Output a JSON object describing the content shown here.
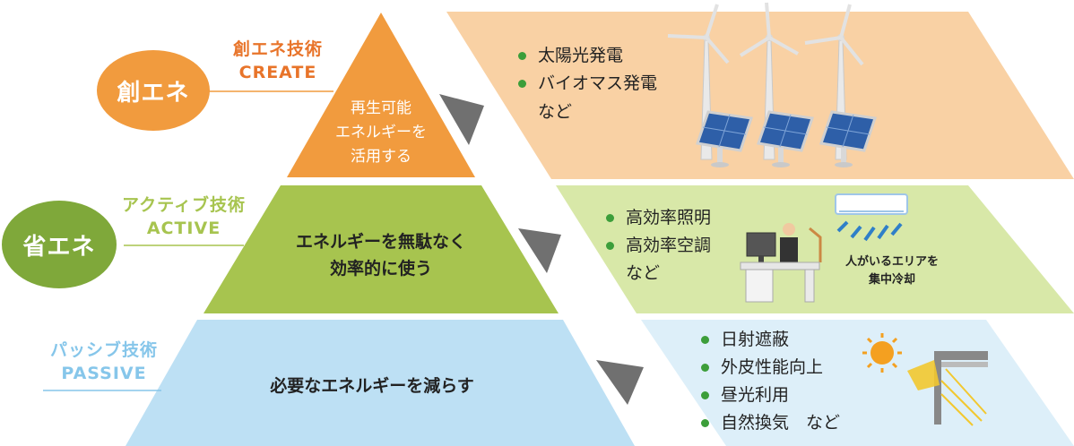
{
  "colors": {
    "create": "#F19B3E",
    "create_panel": "#F9D1A4",
    "active": "#A7C44F",
    "active_dark": "#7FA83A",
    "active_panel": "#D8E8A8",
    "passive": "#BDE0F4",
    "passive_panel": "#DDEFF9",
    "passive_label": "#86C6EA",
    "arrow": "#707070",
    "bullet_green": "#3C9E3A"
  },
  "circles": {
    "create": "創エネ",
    "save": "省エネ"
  },
  "labels": {
    "create_jp": "創エネ技術",
    "create_en": "CREATE",
    "active_jp": "アクティブ技術",
    "active_en": "ACTIVE",
    "passive_jp": "パッシブ技術",
    "passive_en": "PASSIVE"
  },
  "tiers": {
    "top": [
      "再生可能",
      "エネルギーを",
      "活用する"
    ],
    "middle": [
      "エネルギーを無駄なく",
      "効率的に使う"
    ],
    "bottom": [
      "必要なエネルギーを減らす"
    ]
  },
  "panels": {
    "create": {
      "items": [
        "太陽光発電",
        "バイオマス発電"
      ],
      "tail": "など"
    },
    "active": {
      "items": [
        "高効率照明",
        "高効率空調"
      ],
      "tail": "など",
      "caption": [
        "人がいるエリアを",
        "集中冷却"
      ]
    },
    "passive": {
      "items": [
        "日射遮蔽",
        "外皮性能向上",
        "昼光利用",
        "自然換気　など"
      ]
    }
  },
  "icons": {
    "create_panel": [
      "wind-turbine-icon",
      "solar-panel-icon"
    ],
    "active_panel": [
      "office-worker-icon",
      "air-conditioner-icon"
    ],
    "passive_panel": [
      "sun-icon",
      "sunshade-icon"
    ]
  }
}
